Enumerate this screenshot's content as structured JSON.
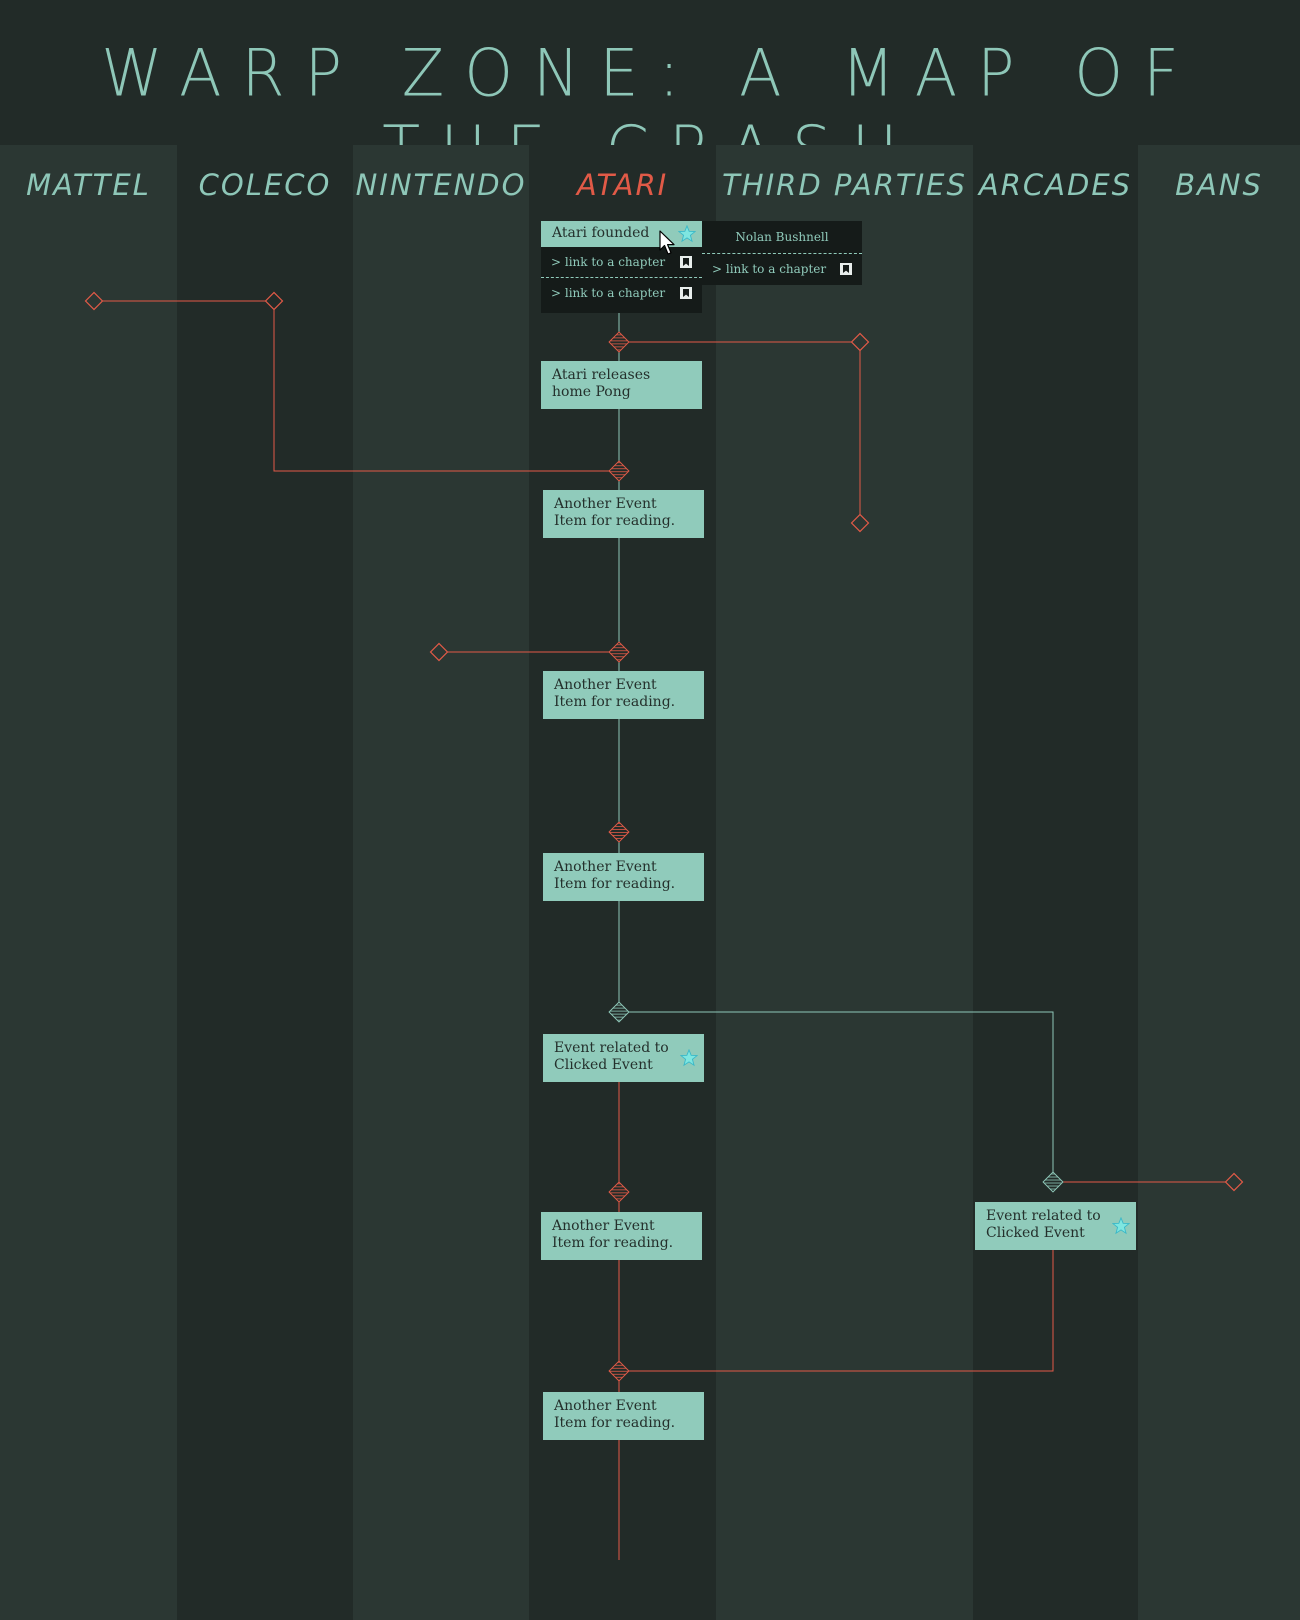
{
  "title": "WARP ZONE: A MAP OF THE CRASH",
  "columns": [
    {
      "label": "MATTEL"
    },
    {
      "label": "COLECO"
    },
    {
      "label": "NINTENDO"
    },
    {
      "label": "ATARI",
      "active": true
    },
    {
      "label": "THIRD PARTIES"
    },
    {
      "label": "ARCADES"
    },
    {
      "label": "BANS"
    }
  ],
  "events": {
    "e1": {
      "label": "Atari founded"
    },
    "e2": {
      "label": "Atari releases home Pong"
    },
    "e3": {
      "label": "Another Event Item for reading."
    },
    "e4": {
      "label": "Another Event Item for reading."
    },
    "e5": {
      "label": "Another Event Item for reading."
    },
    "e6": {
      "label": "Event related to Clicked Event"
    },
    "e7": {
      "label": "Another Event Item for reading."
    },
    "e8": {
      "label": "Event related to Clicked Event"
    },
    "e9": {
      "label": "Another Event Item for reading."
    }
  },
  "popup_left": {
    "links": [
      "> link to a chapter",
      "> link to a chapter"
    ]
  },
  "popup_right": {
    "person": "Nolan Bushnell",
    "link": "> link to a chapter"
  },
  "colors": {
    "accent_red": "#e15a47",
    "teal": "#8ec7b8",
    "card_bg": "#90cbbb",
    "bg_light": "#2b3733",
    "bg_dark": "#222b28"
  },
  "icons": {
    "event_star": "star-icon",
    "bookmark": "bookmark-icon",
    "pointer": "cursor-icon"
  }
}
